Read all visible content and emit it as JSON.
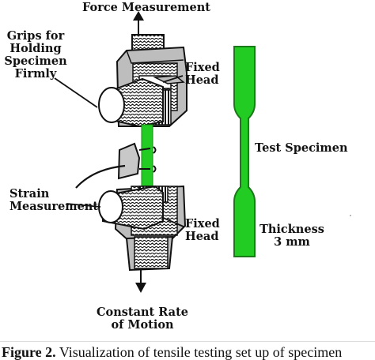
{
  "labels": {
    "force_measurement": "Force Measurement",
    "grips": [
      "Grips for",
      "Holding",
      "Specimen",
      "Firmly"
    ],
    "fixed_head_top": [
      "Fixed",
      "Head"
    ],
    "test_specimen": "Test Specimen",
    "strain": [
      "Strain",
      "Measurement"
    ],
    "fixed_head_bottom": [
      "Fixed",
      "Head"
    ],
    "thickness": [
      "Thickness",
      "3 mm"
    ],
    "constant_rate": [
      "Constant Rate",
      "of Motion"
    ]
  },
  "caption": {
    "figure_no": "Figure 2.",
    "text": "Visualization of tensile testing set up of specimen"
  },
  "colors": {
    "specimen_green": "#22cc22",
    "specimen_outline": "#1a7a1a",
    "line": "#111111",
    "grip_gray": "#b3b3b3"
  }
}
